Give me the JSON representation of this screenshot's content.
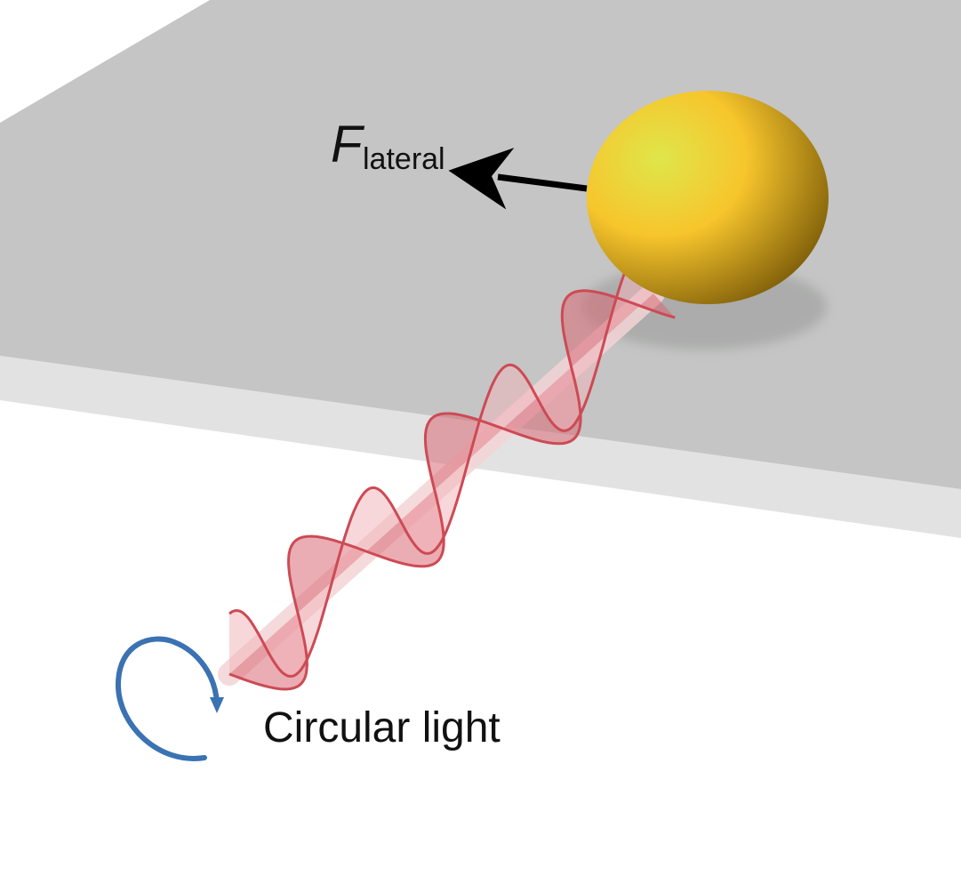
{
  "labels": {
    "force_symbol": "F",
    "force_subscript": "lateral",
    "caption": "Circular light"
  },
  "icons": {
    "polarization": "circular-arrow-icon",
    "force": "arrow-left-icon"
  },
  "colors": {
    "surface_top": "#c4c5c4",
    "surface_edge": "#e2e2e2",
    "particle_highlight": "#dfe64a",
    "particle_mid": "#f7c52c",
    "particle_dark": "#7a5a08",
    "shadow": "#a3a4a3",
    "wave_stroke": "#cd4a55",
    "wave_fill_dark": "#d96a74",
    "wave_fill_light": "#f0b6bb",
    "beam": "#f4d4d7",
    "rotation_arrow": "#3a72b3",
    "force_arrow": "#000000"
  }
}
